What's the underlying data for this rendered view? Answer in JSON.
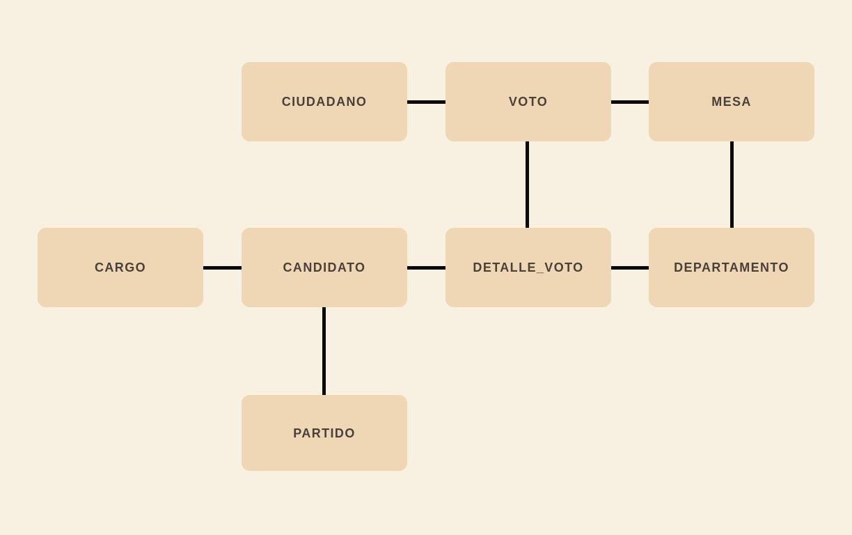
{
  "diagram": {
    "type": "entity-relationship-diagram",
    "background_color": "#f8f0e0",
    "node_fill_color": "#efd7b5",
    "edge_color": "#0a0a0a",
    "label_color": "#49403a",
    "nodes": [
      {
        "id": "ciudadano",
        "label": "CIUDADANO"
      },
      {
        "id": "voto",
        "label": "VOTO"
      },
      {
        "id": "mesa",
        "label": "MESA"
      },
      {
        "id": "cargo",
        "label": "CARGO"
      },
      {
        "id": "candidato",
        "label": "CANDIDATO"
      },
      {
        "id": "detalle_voto",
        "label": "DETALLE_VOTO"
      },
      {
        "id": "departamento",
        "label": "DEPARTAMENTO"
      },
      {
        "id": "partido",
        "label": "PARTIDO"
      }
    ],
    "edges": [
      {
        "from": "ciudadano",
        "to": "voto",
        "orientation": "horizontal"
      },
      {
        "from": "voto",
        "to": "mesa",
        "orientation": "horizontal"
      },
      {
        "from": "voto",
        "to": "detalle_voto",
        "orientation": "vertical"
      },
      {
        "from": "mesa",
        "to": "departamento",
        "orientation": "vertical"
      },
      {
        "from": "cargo",
        "to": "candidato",
        "orientation": "horizontal"
      },
      {
        "from": "candidato",
        "to": "detalle_voto",
        "orientation": "horizontal"
      },
      {
        "from": "detalle_voto",
        "to": "departamento",
        "orientation": "horizontal"
      },
      {
        "from": "candidato",
        "to": "partido",
        "orientation": "vertical"
      }
    ]
  }
}
